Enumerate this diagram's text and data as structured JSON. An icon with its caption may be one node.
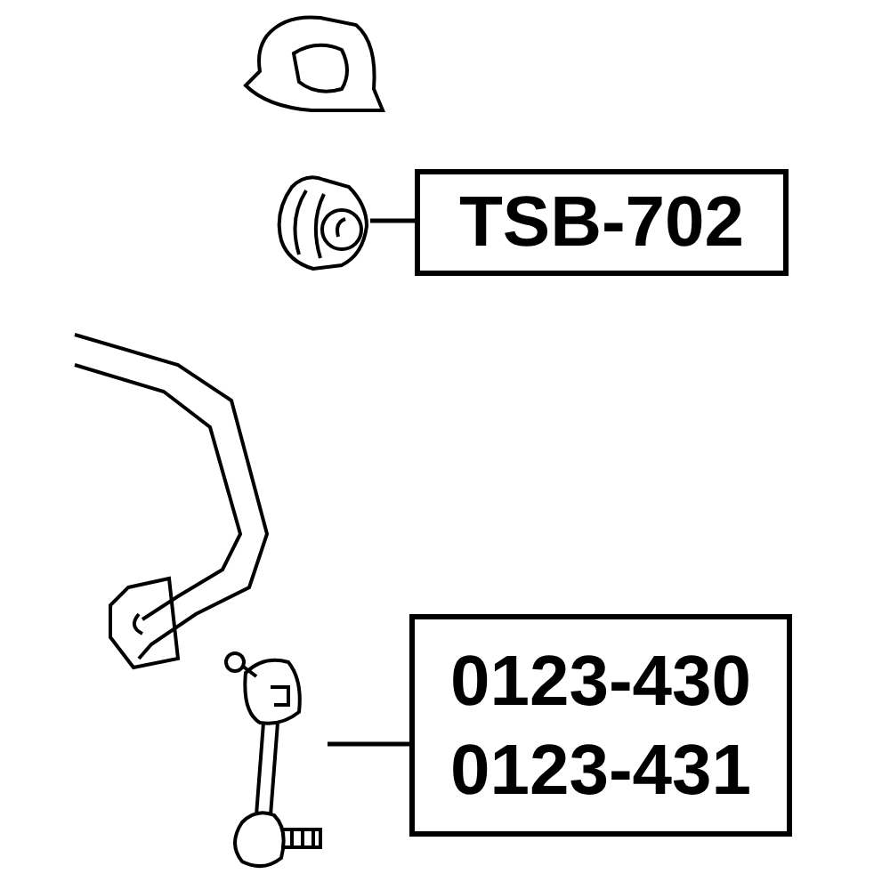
{
  "diagram": {
    "nodes": [
      {
        "text": [
          "TSB-702"
        ]
      },
      {
        "text": [
          "0123-430",
          "0123-431"
        ]
      },
      {
        "text": [],
        "shape": "picture"
      },
      {
        "text": [],
        "shape": "picture"
      }
    ],
    "edges": [
      {
        "from": 0,
        "to": 2,
        "arrow": "none"
      },
      {
        "from": 1,
        "to": 3,
        "arrow": "none"
      }
    ]
  }
}
